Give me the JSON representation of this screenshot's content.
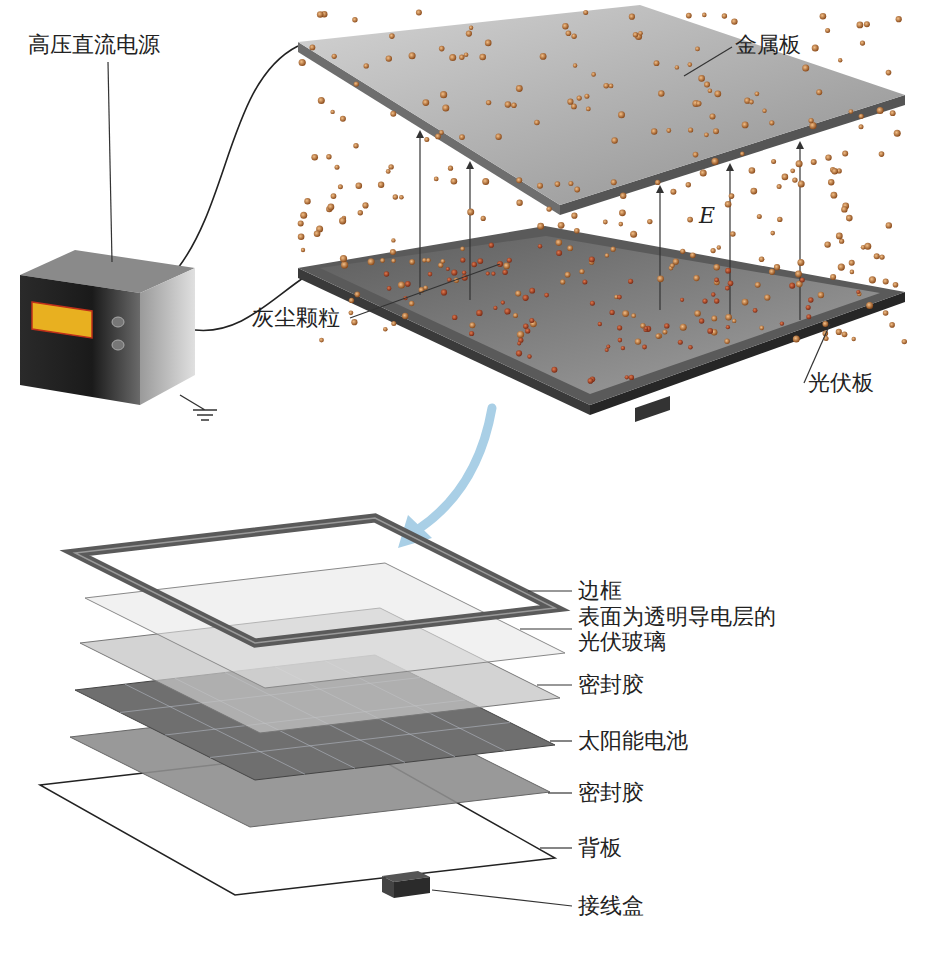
{
  "diagram": {
    "labels": [
      "金属板",
      "高压直流电源",
      "E",
      "灰尘颗粒",
      "光伏板",
      "边框",
      "表面为透明导电层的 光伏玻璃",
      "密封胶",
      "太阳能电池",
      "密封胶",
      "背板",
      "接线盒"
    ]
  }
}
